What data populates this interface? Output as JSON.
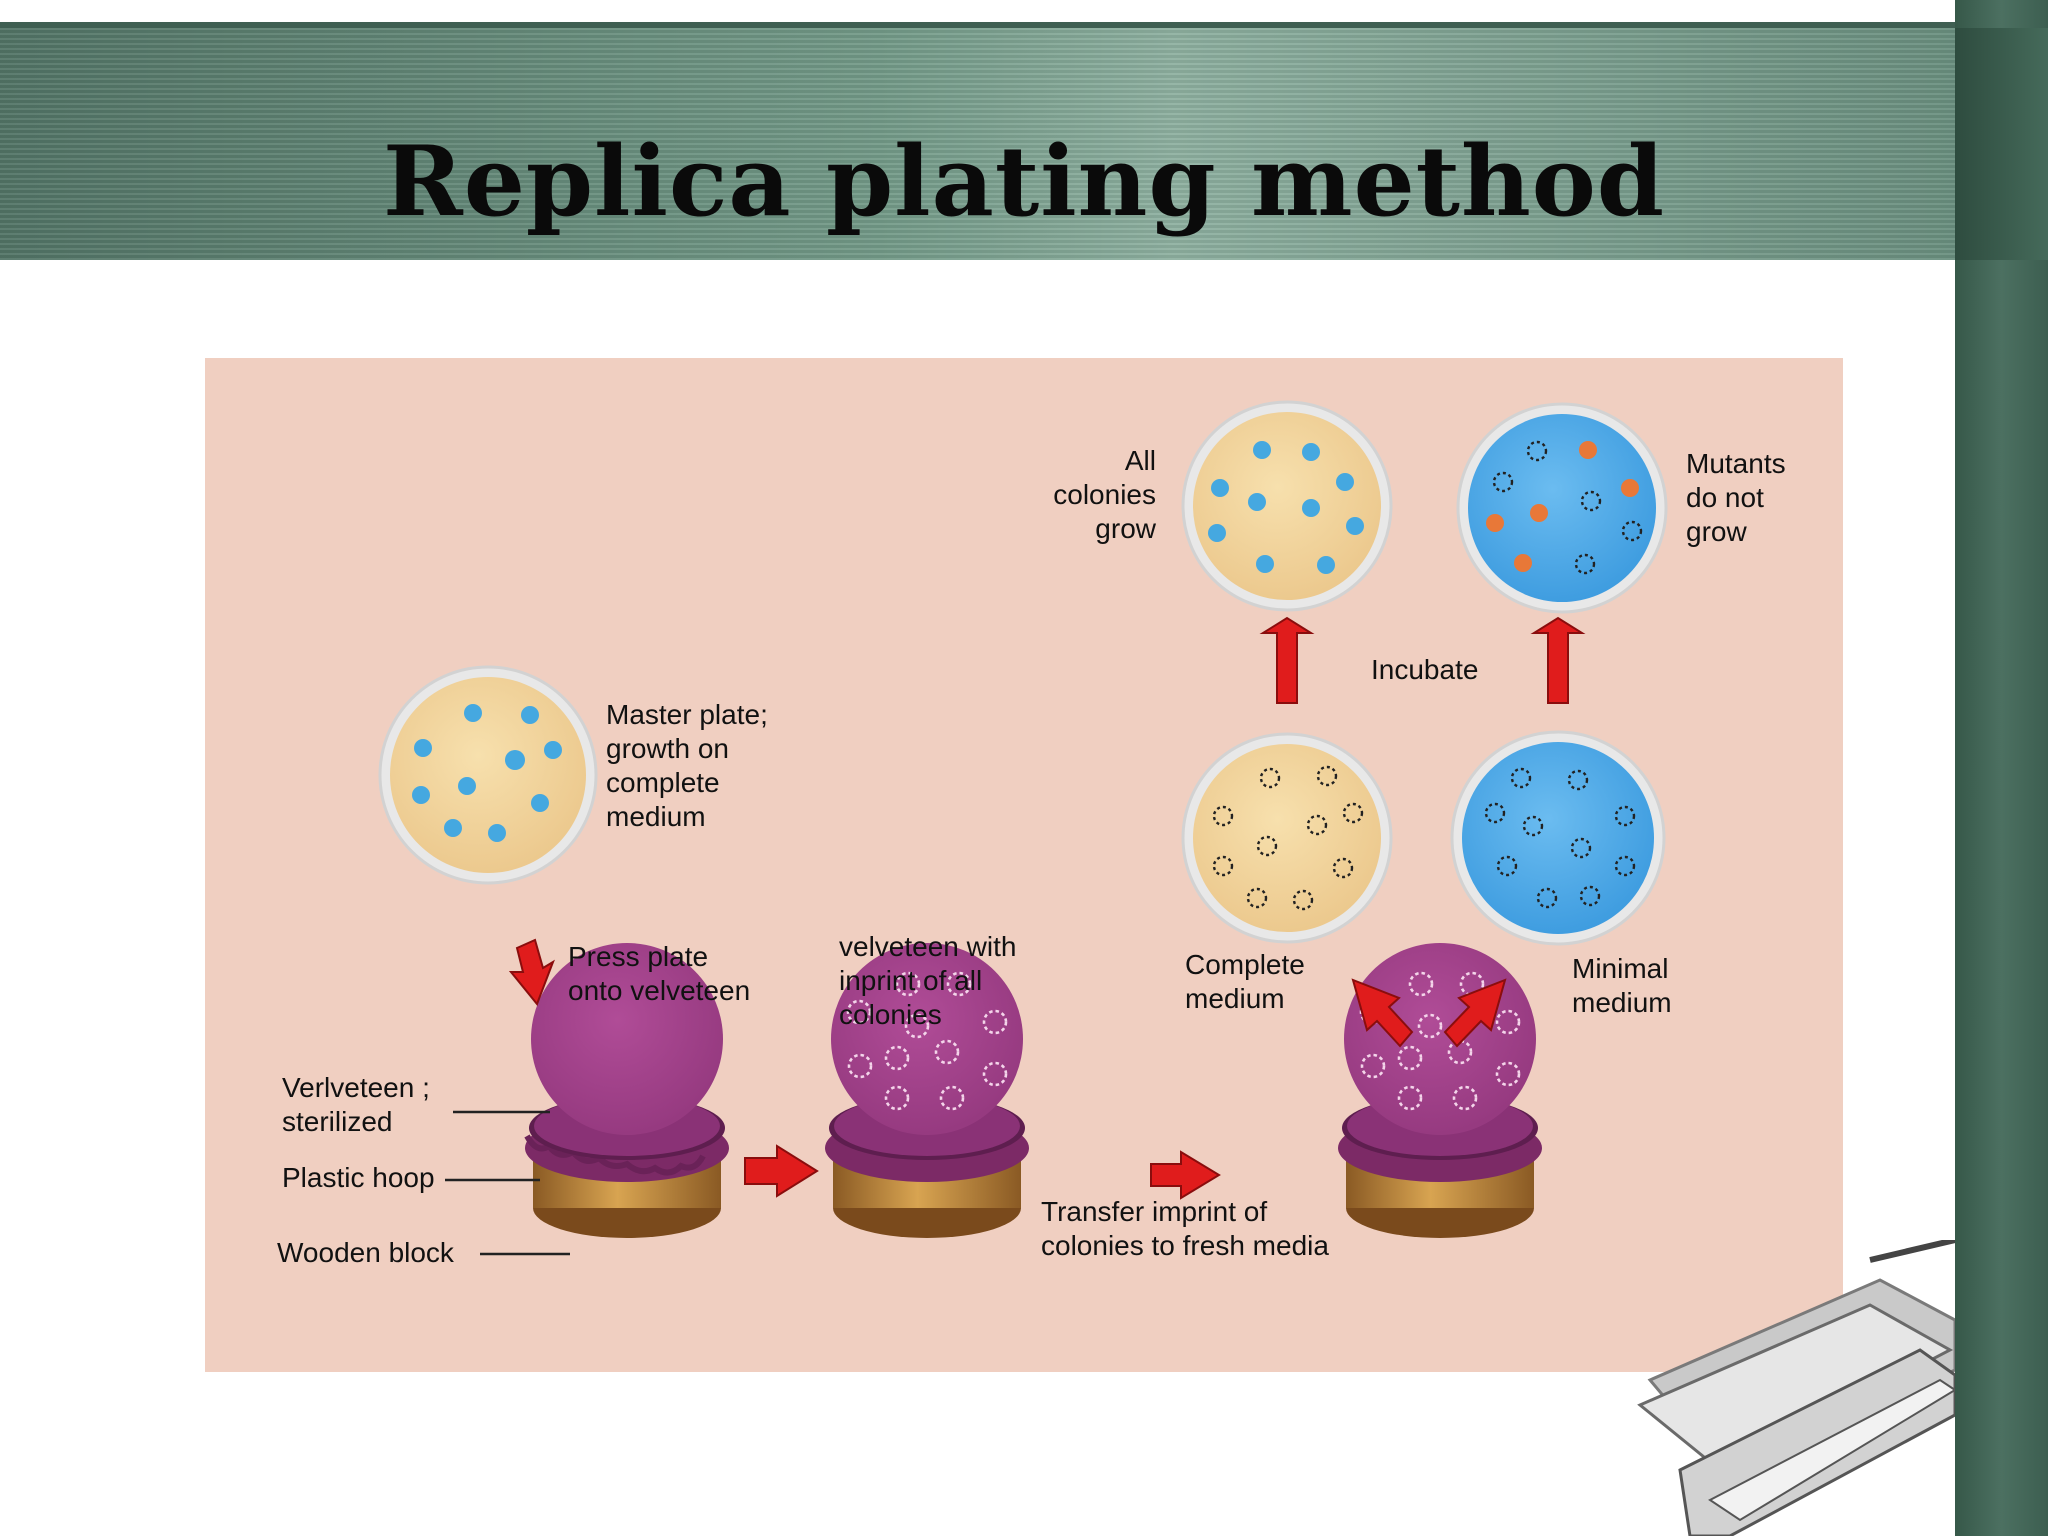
{
  "slide": {
    "title": "Replica plating method"
  },
  "diagram": {
    "labels": {
      "master_plate": "Master plate;\ngrowth on\ncomplete\nmedium",
      "press_plate": "Press plate\nonto velveteen",
      "velveteen_inprint": "velveteen with\ninprint of all\ncolonies",
      "velveteen_sterilized": "Verlveteen ;\nsterilized",
      "plastic_hoop": "Plastic hoop",
      "wooden_block": "Wooden block",
      "transfer_imprint": "Transfer imprint of\ncolonies to fresh media",
      "complete_medium": "Complete\nmedium",
      "minimal_medium": "Minimal\nmedium",
      "incubate": "Incubate",
      "all_colonies_grow": "All\ncolonies\ngrow",
      "mutants_do_not_grow": "Mutants\ndo not\ngrow"
    },
    "colors": {
      "panel_background": "#f0cfc1",
      "complete_medium_agar": "#f3d7a0",
      "minimal_medium_agar": "#4aa8e6",
      "colony_blue": "#45a8e0",
      "mutant_colony_orange": "#e87838",
      "velveteen_purple": "#a2408a",
      "arrow_red": "#e01c1c"
    }
  }
}
